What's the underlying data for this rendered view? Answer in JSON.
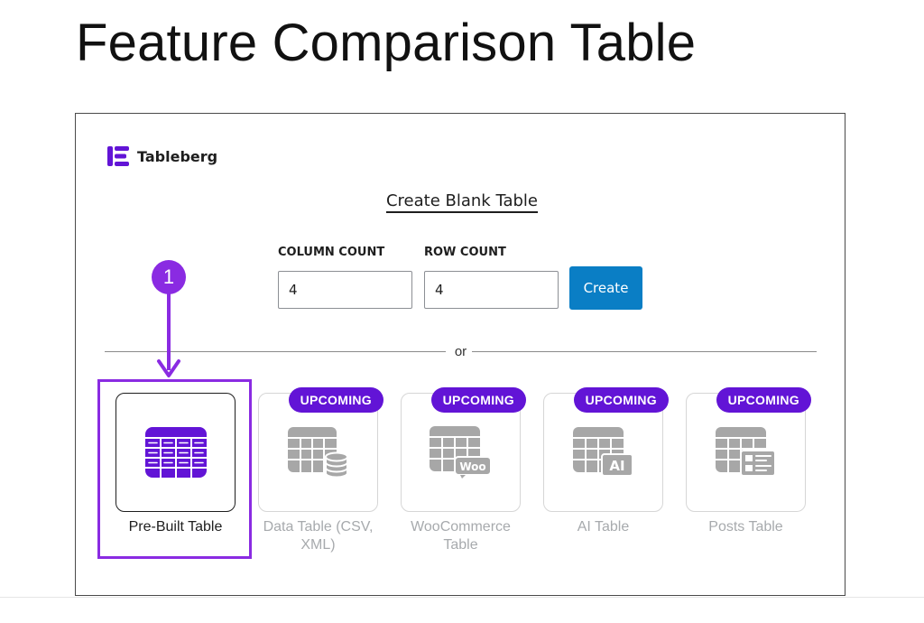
{
  "page_title": "Feature Comparison Table",
  "brand": {
    "name": "Tableberg",
    "logo_icon": "tableberg-logo-icon"
  },
  "blank_table": {
    "link_label": "Create Blank Table",
    "column_count_label": "COLUMN COUNT",
    "column_count_value": "4",
    "row_count_label": "ROW COUNT",
    "row_count_value": "4",
    "create_label": "Create"
  },
  "divider_label": "or",
  "annotation": {
    "step_number": "1",
    "color": "#8a2be2"
  },
  "options": [
    {
      "label": "Pre-Built Table",
      "icon": "prebuilt-table-icon",
      "badge": "",
      "active": true
    },
    {
      "label": "Data Table (CSV, XML)",
      "icon": "data-table-icon",
      "badge": "UPCOMING",
      "active": false
    },
    {
      "label": "WooCommerce Table",
      "icon": "woocommerce-table-icon",
      "badge": "UPCOMING",
      "active": false
    },
    {
      "label": "AI Table",
      "icon": "ai-table-icon",
      "badge": "UPCOMING",
      "active": false
    },
    {
      "label": "Posts Table",
      "icon": "posts-table-icon",
      "badge": "UPCOMING",
      "active": false
    }
  ],
  "colors": {
    "accent": "#6214d6",
    "create_button": "#0a7ec5",
    "disabled_text": "#a7aaad",
    "icon_disabled": "#a7a7a7"
  }
}
